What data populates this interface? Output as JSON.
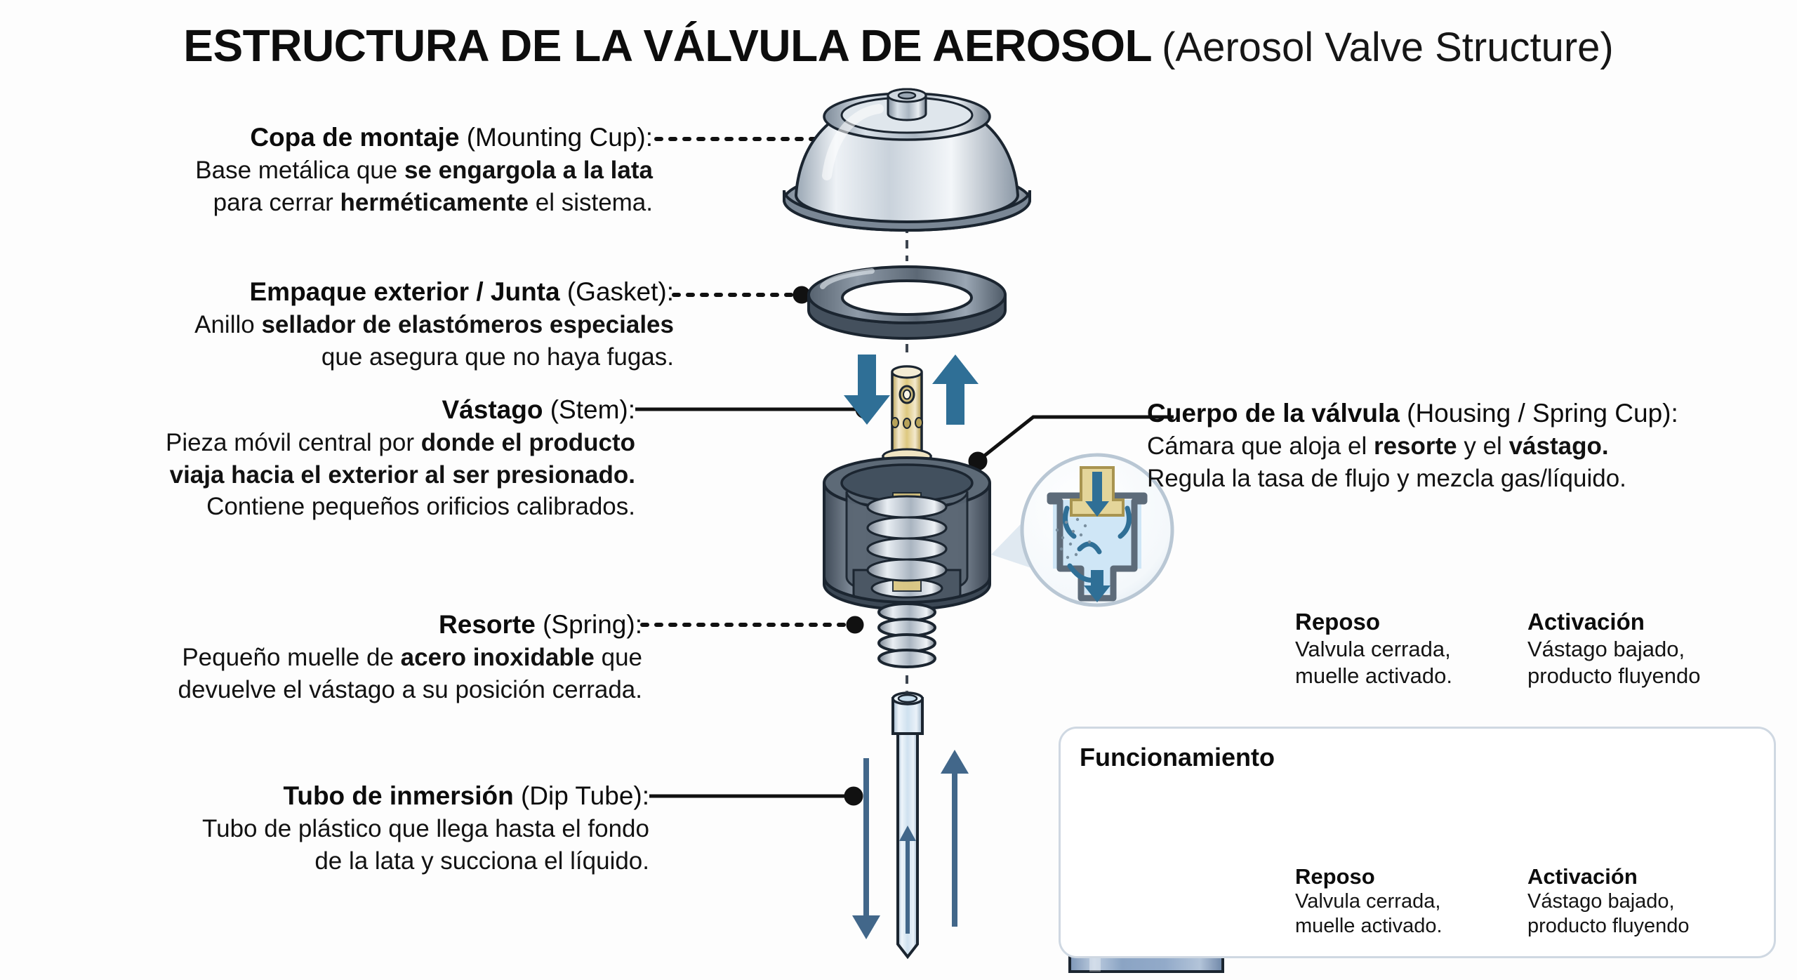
{
  "title": {
    "spanish": "ESTRUCTURA DE LA VÁLVULA DE AEROSOL",
    "english": "(Aerosol Valve Structure)"
  },
  "callouts": [
    {
      "id": "mounting-cup",
      "heading_es": "Copa de montaje",
      "heading_en": "(Mounting Cup):",
      "lines": [
        "Base metálica que se engargola a la lata",
        "para cerrar herméticamente el sistema."
      ]
    },
    {
      "id": "gasket",
      "heading_es": "Empaque exterior / Junta",
      "heading_en": "(Gasket):",
      "lines": [
        "Anillo sellador de elastómeros especiales",
        "que asegura que no haya fugas."
      ]
    },
    {
      "id": "stem",
      "heading_es": "Vástago",
      "heading_en": "(Stem):",
      "lines": [
        "Pieza móvil central por donde el producto",
        "viaja hacia el exterior al ser presionado.",
        "Contiene pequeños orificios calibrados."
      ]
    },
    {
      "id": "spring",
      "heading_es": "Resorte",
      "heading_en": "(Spring):",
      "lines": [
        "Pequeño muelle de acero inoxidable que",
        "devuelve el vástago a su posición cerrada."
      ]
    },
    {
      "id": "dip-tube",
      "heading_es": "Tubo de inmersión",
      "heading_en": "(Dip Tube):",
      "lines": [
        "Tubo de plástico que llega hasta el fondo",
        "de la lata y succiona el líquido."
      ]
    },
    {
      "id": "housing",
      "heading_es": "Cuerpo de la válvula",
      "heading_en": "(Housing / Spring Cup):",
      "lines": [
        "Cámara que aloja el resorte y el vástago.",
        "Regula la tasa de flujo y mezcla gas/líquido."
      ]
    }
  ],
  "states": [
    {
      "id": "reposo",
      "title": "Reposo",
      "line1": "Valvula cerrada,",
      "line2": "muelle activado."
    },
    {
      "id": "activacion",
      "title": "Activación",
      "line1": "Vástago bajado,",
      "line2": "producto fluyendo"
    }
  ],
  "funcionamiento": {
    "title": "Funcionamiento",
    "states": [
      {
        "id": "reposo",
        "title": "Reposo",
        "line1": "Valvula cerrada,",
        "line2": "muelle activado."
      },
      {
        "id": "activacion",
        "title": "Activación",
        "line1": "Vástago bajado,",
        "line2": "producto fluyendo"
      }
    ]
  },
  "colors": {
    "background": "#fdfdfd",
    "text": "#111111",
    "metal_light": "#e6ebf0",
    "metal_mid": "#b9c4cf",
    "metal_dark": "#6f7c89",
    "housing_dark": "#4e5a68",
    "housing_mid": "#76838f",
    "brass_light": "#f0e4b6",
    "brass_mid": "#d9c478",
    "brass_dark": "#b79f4f",
    "arrow_blue": "#2f6f96",
    "spray_blue": "#cfe0ee",
    "can_blue": "#8fa8c8",
    "panel_border": "#cfd8e2",
    "liquid_blue": "#bfdcf0",
    "outline": "#1b2530"
  }
}
